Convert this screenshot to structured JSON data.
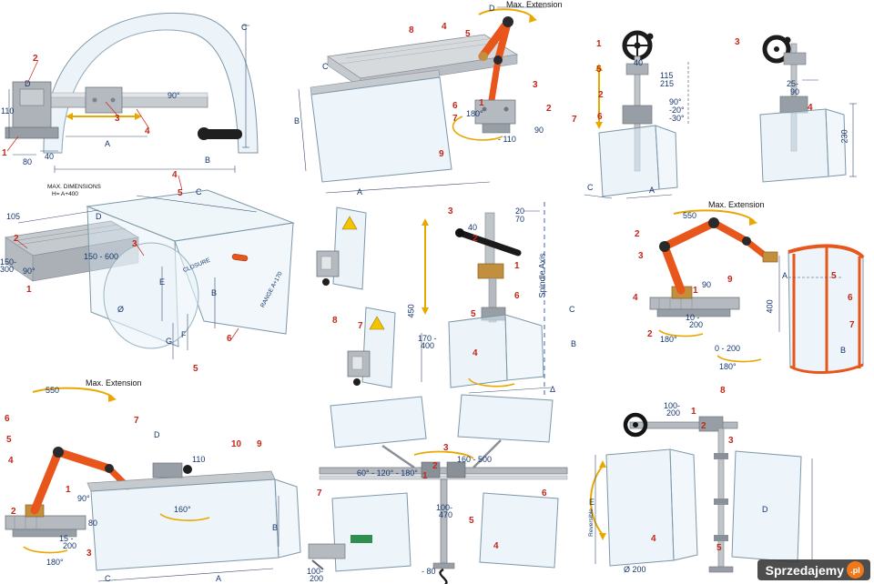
{
  "colors": {
    "callout": "#c2271a",
    "dimension": "#16366e",
    "arm_orange": "#e8561c",
    "arrow_yellow": "#e8a800",
    "shield_blue": "#dcebf5"
  },
  "panels": {
    "hood_guard": {
      "labels": [
        "2",
        "D",
        "3",
        "4",
        "C",
        "110",
        "1",
        "80",
        "40",
        "A",
        "B",
        "90°"
      ]
    },
    "table_arm": {
      "labels": [
        "Max. Extension",
        "D",
        "8",
        "4",
        "5",
        "C",
        "3",
        "2",
        "B",
        "6",
        "7",
        "180°",
        "1",
        "- 110",
        "90",
        "9",
        "A"
      ]
    },
    "column_guard_a": {
      "labels": [
        "1",
        "5",
        "40",
        "115",
        "215",
        "2",
        "6",
        "7",
        "90°",
        "-20°",
        "-30°",
        "C",
        "A"
      ]
    },
    "column_guard_b": {
      "labels": [
        "3",
        "25-",
        "90",
        "4",
        "230"
      ]
    },
    "bench_guard": {
      "labels": [
        "MAX. DIMENSIONS",
        "H= A+400",
        "4",
        "5",
        "C",
        "D",
        "105",
        "2",
        "3",
        "150 - 600",
        "150-",
        "300",
        "90°",
        "1",
        "E",
        "CLOSURE",
        "B",
        "Ø",
        "RANGE A+170",
        "G",
        "F",
        "6",
        "5"
      ]
    },
    "clamps": {
      "labels": [
        "8",
        "7"
      ]
    },
    "spindle_guard": {
      "labels": [
        "3",
        "20",
        "70",
        "40",
        "2",
        "1",
        "Spindle Axis",
        "450",
        "6",
        "C",
        "5",
        "170 -",
        "400",
        "4",
        "B",
        "Δ"
      ]
    },
    "arm_guard": {
      "labels": [
        "550",
        "Max. Extension",
        "2",
        "3",
        "4",
        "1",
        "90",
        "10 -",
        "200",
        "2",
        "180°",
        "0 - 200",
        "180°",
        "8",
        "400",
        "A",
        "9",
        "5",
        "6",
        "7",
        "B"
      ]
    },
    "bench_arm_guard": {
      "labels": [
        "550",
        "Max. Extension",
        "6",
        "5",
        "4",
        "7",
        "D",
        "10",
        "9",
        "110",
        "1",
        "90°",
        "2",
        "80",
        "160°",
        "B",
        "15 -",
        "200",
        "3",
        "180°",
        "C",
        "A"
      ]
    },
    "double_shield": {
      "labels": [
        "3",
        "160 - 500",
        "2",
        "1",
        "60° - 120° - 180°",
        "6",
        "100-",
        "470",
        "5",
        "4",
        "100-",
        "200",
        "- 80",
        "7"
      ]
    },
    "reversible_guard": {
      "labels": [
        "1",
        "2",
        "3",
        "4",
        "5",
        "E",
        "D",
        "Ø 200",
        "Reversible",
        "100-",
        "200"
      ]
    }
  },
  "watermark": {
    "brand": "Sprzedajemy",
    "tld": ".pl"
  }
}
